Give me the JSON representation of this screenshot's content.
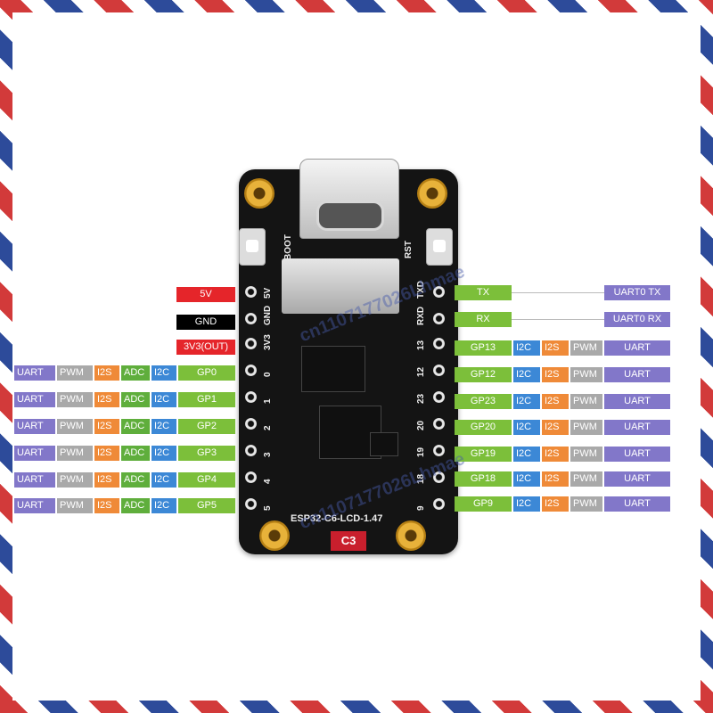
{
  "power_labels": {
    "v5": "5V",
    "gnd": "GND",
    "v33": "3V3(OUT)"
  },
  "left_rows": [
    {
      "uart": "UART",
      "pwm": "PWM",
      "i2s": "I2S",
      "adc": "ADC",
      "i2c": "I2C",
      "gp": "GP0"
    },
    {
      "uart": "UART",
      "pwm": "PWM",
      "i2s": "I2S",
      "adc": "ADC",
      "i2c": "I2C",
      "gp": "GP1"
    },
    {
      "uart": "UART",
      "pwm": "PWM",
      "i2s": "I2S",
      "adc": "ADC",
      "i2c": "I2C",
      "gp": "GP2"
    },
    {
      "uart": "UART",
      "pwm": "PWM",
      "i2s": "I2S",
      "adc": "ADC",
      "i2c": "I2C",
      "gp": "GP3"
    },
    {
      "uart": "UART",
      "pwm": "PWM",
      "i2s": "I2S",
      "adc": "ADC",
      "i2c": "I2C",
      "gp": "GP4"
    },
    {
      "uart": "UART",
      "pwm": "PWM",
      "i2s": "I2S",
      "adc": "ADC",
      "i2c": "I2C",
      "gp": "GP5"
    }
  ],
  "right_top": [
    {
      "pin": "TX",
      "func": "UART0 TX"
    },
    {
      "pin": "RX",
      "func": "UART0 RX"
    }
  ],
  "right_rows": [
    {
      "gp": "GP13",
      "i2c": "I2C",
      "i2s": "I2S",
      "pwm": "PWM",
      "uart": "UART"
    },
    {
      "gp": "GP12",
      "i2c": "I2C",
      "i2s": "I2S",
      "pwm": "PWM",
      "uart": "UART"
    },
    {
      "gp": "GP23",
      "i2c": "I2C",
      "i2s": "I2S",
      "pwm": "PWM",
      "uart": "UART"
    },
    {
      "gp": "GP20",
      "i2c": "I2C",
      "i2s": "I2S",
      "pwm": "PWM",
      "uart": "UART"
    },
    {
      "gp": "GP19",
      "i2c": "I2C",
      "i2s": "I2S",
      "pwm": "PWM",
      "uart": "UART"
    },
    {
      "gp": "GP18",
      "i2c": "I2C",
      "i2s": "I2S",
      "pwm": "PWM",
      "uart": "UART"
    },
    {
      "gp": "GP9",
      "i2c": "I2C",
      "i2s": "I2S",
      "pwm": "PWM",
      "uart": "UART"
    }
  ],
  "board": {
    "name": "ESP32-C6-LCD-1.47",
    "chip_label": "C3",
    "boot_label": "BOOT",
    "rst_label": "RST",
    "left_header": [
      "5V",
      "GND",
      "3V3",
      "0",
      "1",
      "2",
      "3",
      "4",
      "5"
    ],
    "right_header": [
      "TXD",
      "RXD",
      "13",
      "12",
      "23",
      "20",
      "19",
      "18",
      "9"
    ]
  },
  "watermark": "cn1107177026Lhmae",
  "colors": {
    "uart": "#8277c9",
    "pwm": "#a9a9a9",
    "i2s": "#ef8a38",
    "adc": "#5fae3c",
    "i2c": "#3c88d6",
    "gp": "#7cbf3a",
    "power": "#e5252a",
    "gnd": "#000000"
  }
}
